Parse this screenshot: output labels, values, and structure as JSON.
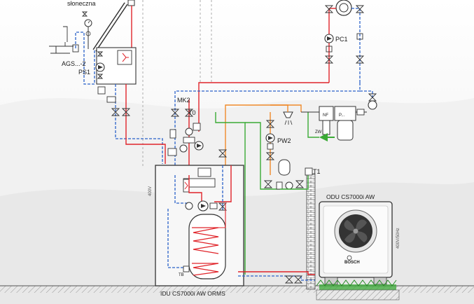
{
  "labels": {
    "solar": "słoneczna",
    "ags": "AGS...-2",
    "ps1": "PS1",
    "pc1": "PC1",
    "mk2": "MK2",
    "t0": "T0",
    "pw2": "PW2",
    "nf": "NF",
    "p": "P...",
    "zw": "ZW",
    "t1": "T1",
    "odu": "ODU CS7000i AW",
    "idu": "IDU CS7000i AW ORMS",
    "tb": "TB",
    "bosch": "BOSCH",
    "side_idu": "400V",
    "side_odu": "400V/50Hz"
  },
  "colors": {
    "supply": "#e0242a",
    "return": "#2b62c9",
    "dhw": "#ef8a2a",
    "cold": "#3aaa35",
    "line": "#333333",
    "ground_fill": "#e6e6e6",
    "odu_body": "#f3f3f3"
  }
}
